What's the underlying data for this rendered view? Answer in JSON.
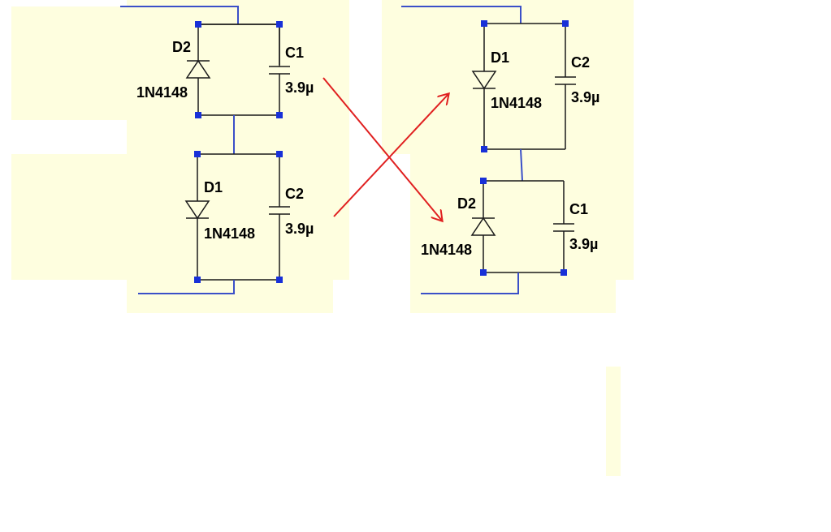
{
  "colors": {
    "background": "#ffffff",
    "panel": "#fefedf",
    "wire": "#1a1a1a",
    "bus": "#3b50c8",
    "node": "#1830d8",
    "arrow": "#e02020"
  },
  "left": {
    "top_stage": {
      "diode_ref": "D2",
      "diode_part": "1N4148",
      "cap_ref": "C1",
      "cap_value": "3.9µ"
    },
    "bottom_stage": {
      "diode_ref": "D1",
      "diode_part": "1N4148",
      "cap_ref": "C2",
      "cap_value": "3.9µ"
    }
  },
  "right": {
    "top_stage": {
      "diode_ref": "D1",
      "diode_part": "1N4148",
      "cap_ref": "C2",
      "cap_value": "3.9µ"
    },
    "bottom_stage": {
      "diode_ref": "D2",
      "diode_part": "1N4148",
      "cap_ref": "C1",
      "cap_value": "3.9µ"
    }
  }
}
